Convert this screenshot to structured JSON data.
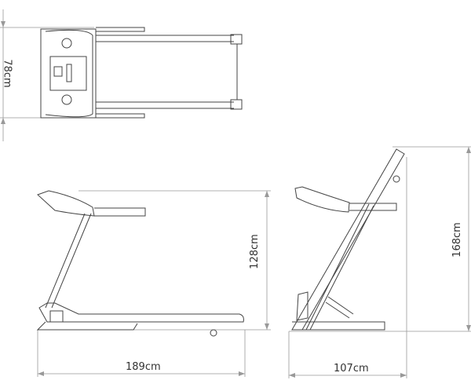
{
  "dimensions": {
    "width_top": "78cm",
    "height_unfolded": "128cm",
    "length_unfolded": "189cm",
    "height_folded": "168cm",
    "length_folded": "107cm"
  }
}
